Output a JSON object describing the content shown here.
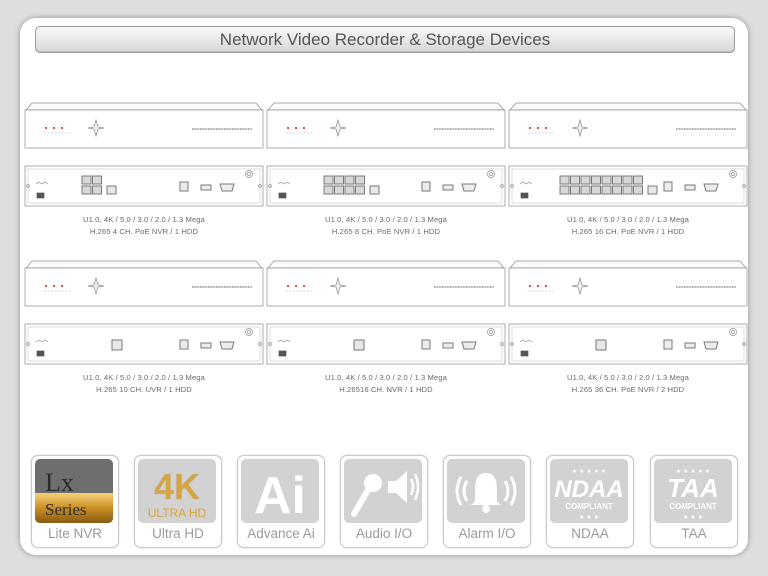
{
  "header": {
    "title": "Network Video Recorder & Storage Devices"
  },
  "products": [
    {
      "line1": "U1.0, 4K / 5.0 / 3.0 / 2.0 / 1.3 Mega",
      "line2": "H.265 4 CH. PoE NVR / 1 HDD",
      "poe_ports": 4
    },
    {
      "line1": "U1.0, 4K / 5.0 / 3.0 / 2.0 / 1.3 Mega",
      "line2": "H.265 8 CH. PoE NVR / 1 HDD",
      "poe_ports": 8
    },
    {
      "line1": "U1.0, 4K / 5.0 / 3.0 / 2.0 / 1.3 Mega",
      "line2": "H.265 16 CH. PoE NVR / 1 HDD",
      "poe_ports": 16
    },
    {
      "line1": "U1.0, 4K / 5.0 / 3.0 / 2.0 / 1.3 Mega",
      "line2": "H.265 10 CH. UVR / 1 HDD",
      "poe_ports": 0
    },
    {
      "line1": "U1.0, 4K / 5.0 / 3.0 / 2.0 / 1.3 Mega",
      "line2": "H.26516 CH. NVR / 1 HDD",
      "poe_ports": 0
    },
    {
      "line1": "U1.0, 4K / 5.0 / 3.0 / 2.0 / 1.3 Mega",
      "line2": "H.265 36 CH. PoE NVR / 2 HDD",
      "poe_ports": 0
    }
  ],
  "features": [
    {
      "label": "Lite NVR",
      "icon": "lite-nvr-icon",
      "art": [
        "Lx",
        "Series"
      ]
    },
    {
      "label": "Ultra HD",
      "icon": "ultra-hd-4k-icon",
      "art": [
        "4K",
        "ULTRA HD"
      ]
    },
    {
      "label": "Advance Ai",
      "icon": "ai-icon",
      "art": [
        "Ai"
      ]
    },
    {
      "label": "Audio I/O",
      "icon": "microphone-speaker-icon",
      "art": []
    },
    {
      "label": "Alarm I/O",
      "icon": "alarm-bell-icon",
      "art": []
    },
    {
      "label": "NDAA",
      "icon": "ndaa-compliant-icon",
      "art": [
        "NDAA",
        "COMPLIANT"
      ]
    },
    {
      "label": "TAA",
      "icon": "taa-compliant-icon",
      "art": [
        "TAA",
        "COMPLIANT"
      ]
    }
  ],
  "colors": {
    "accent_gold": "#d9a43a",
    "badge_gray": "#d2d2d2",
    "text_gray": "#9a9a9a"
  }
}
